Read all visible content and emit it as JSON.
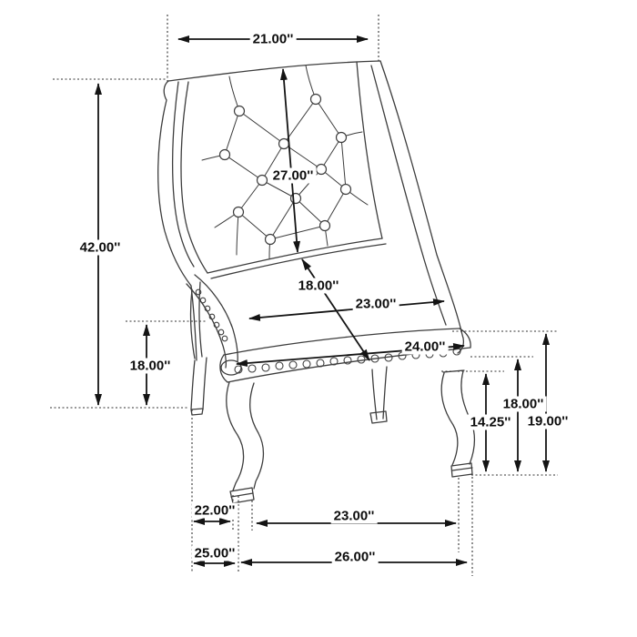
{
  "illustration": "wingback-tufted-arm-chair-line-drawing",
  "dim_labels": {
    "back_top_width": "21.00''",
    "overall_height": "42.00''",
    "seat_height": "18.00''",
    "back_height": "27.00''",
    "seat_depth": "18.00''",
    "seat_back_width": "23.00''",
    "seat_front_width": "24.00''",
    "rail_to_floor": "18.00''",
    "deck_to_floor": "19.00''",
    "leg_height": "14.25''",
    "back_to_front_leg": "22.00''",
    "front_leg_spacing": "23.00''",
    "base_depth": "25.00''",
    "base_width": "26.00''"
  },
  "colors": {
    "background": "#ffffff",
    "dimension_line": "#141414",
    "chair_line": "#3d3d3d",
    "text": "#0d0d0d"
  }
}
